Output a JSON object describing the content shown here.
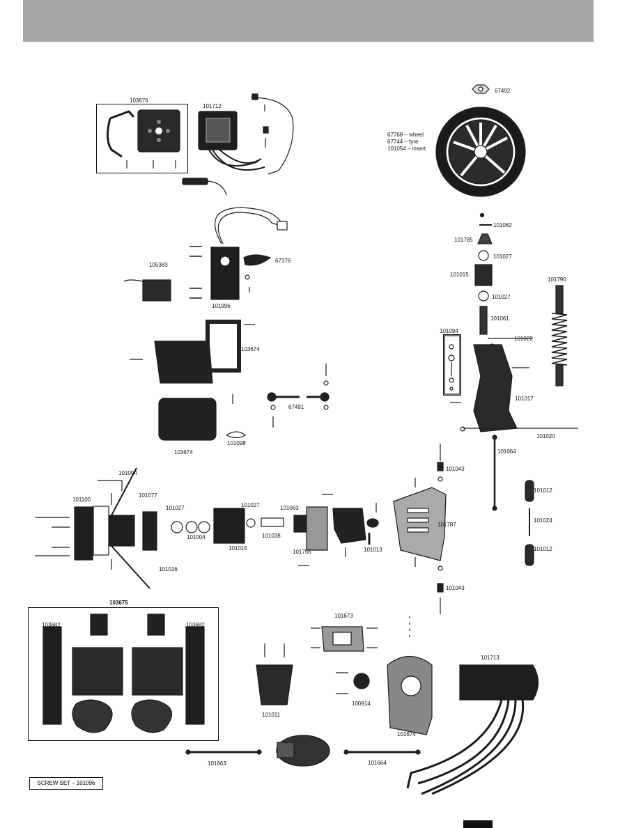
{
  "labels": {
    "p103676": "103676",
    "p101712": "101712",
    "p67492": "67492",
    "wheel": "67768 – wheel",
    "tyre": "67744 – tyre",
    "insert": "101054 – insert",
    "p101082": "101082",
    "p101785": "101785",
    "p101027a": "101027",
    "p101015": "101015",
    "p101027b": "101027",
    "p101790": "101790",
    "p101061": "101061",
    "p101094a": "101094",
    "p101022": "101022",
    "p101017": "101017",
    "p101020": "101020",
    "p101064": "101064",
    "p105383": "105383",
    "p67376": "67376",
    "p101996": "101996",
    "p103674a": "103674",
    "p67491": "67491",
    "p103674b": "103674",
    "p101098": "101098",
    "p101094b": "101094",
    "p101100": "101100",
    "p101077": "101077",
    "p101027c": "101027",
    "p101027d": "101027",
    "p101063": "101063",
    "p101004": "101004",
    "p101016a": "101016",
    "p101038": "101038",
    "p101755": "101755",
    "p101013": "101013",
    "p101787": "101787",
    "p101016b": "101016",
    "p101043a": "101043",
    "p101043b": "101043",
    "p101012a": "101012",
    "p101024": "101024",
    "p101012b": "101012",
    "p103675": "103675",
    "p103682a": "103682",
    "p103682b": "103682",
    "p101673": "101673",
    "p101713": "101713",
    "p101011": "101011",
    "p100914": "100914",
    "p101674": "101674",
    "p101663": "101663",
    "p101664": "101664"
  },
  "screw_set": "SCREW SET – 101096"
}
